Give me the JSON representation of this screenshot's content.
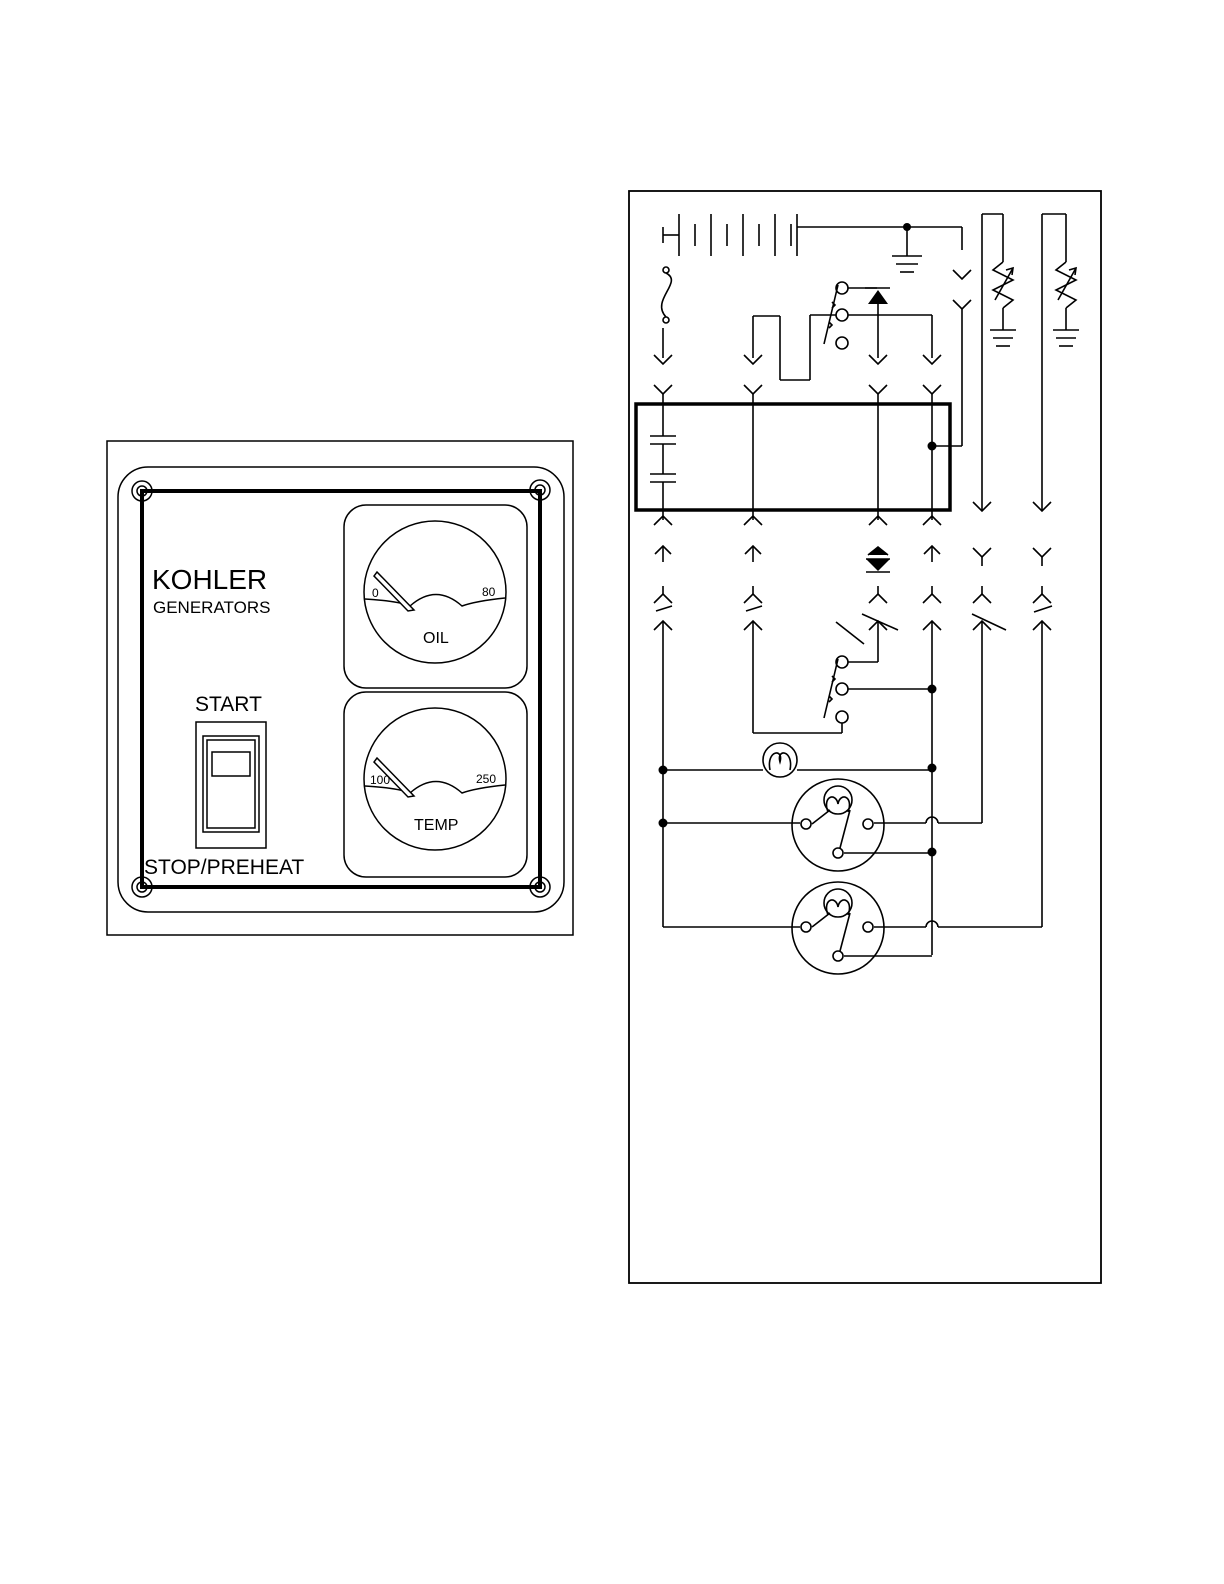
{
  "panel": {
    "brand": "KOHLER",
    "sub_brand": "GENERATORS",
    "switch_top_label": "START",
    "switch_bottom_label": "STOP/PREHEAT",
    "oil_gauge": {
      "label": "OIL",
      "scale_min": "0",
      "scale_max": "80"
    },
    "temp_gauge": {
      "label": "TEMP",
      "scale_min": "100",
      "scale_max": "250"
    }
  }
}
